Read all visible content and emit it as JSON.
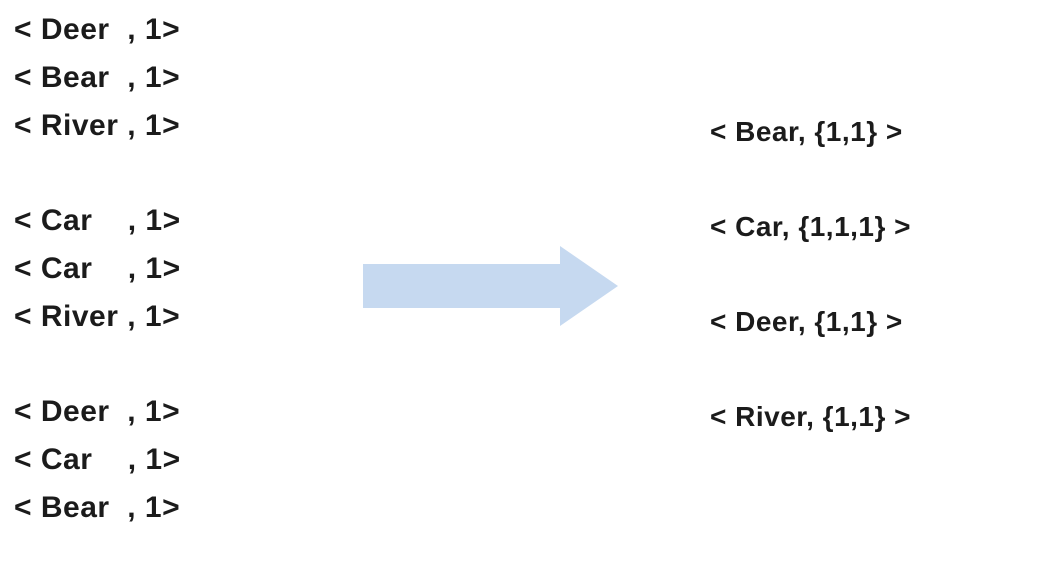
{
  "colors": {
    "background": "#ffffff",
    "text": "#1b1b1b",
    "arrow_fill": "#c6d9f0"
  },
  "left_groups": [
    {
      "items": [
        "< Deer  , 1>",
        "< Bear  , 1>",
        "< River , 1>"
      ]
    },
    {
      "items": [
        "< Car    , 1>",
        "< Car    , 1>",
        "< River , 1>"
      ]
    },
    {
      "items": [
        "< Deer  , 1>",
        "< Car    , 1>",
        "< Bear  , 1>"
      ]
    }
  ],
  "right_items": [
    "< Bear, {1,1} >",
    "< Car, {1,1,1} >",
    "< Deer, {1,1} >",
    "< River, {1,1} >"
  ]
}
